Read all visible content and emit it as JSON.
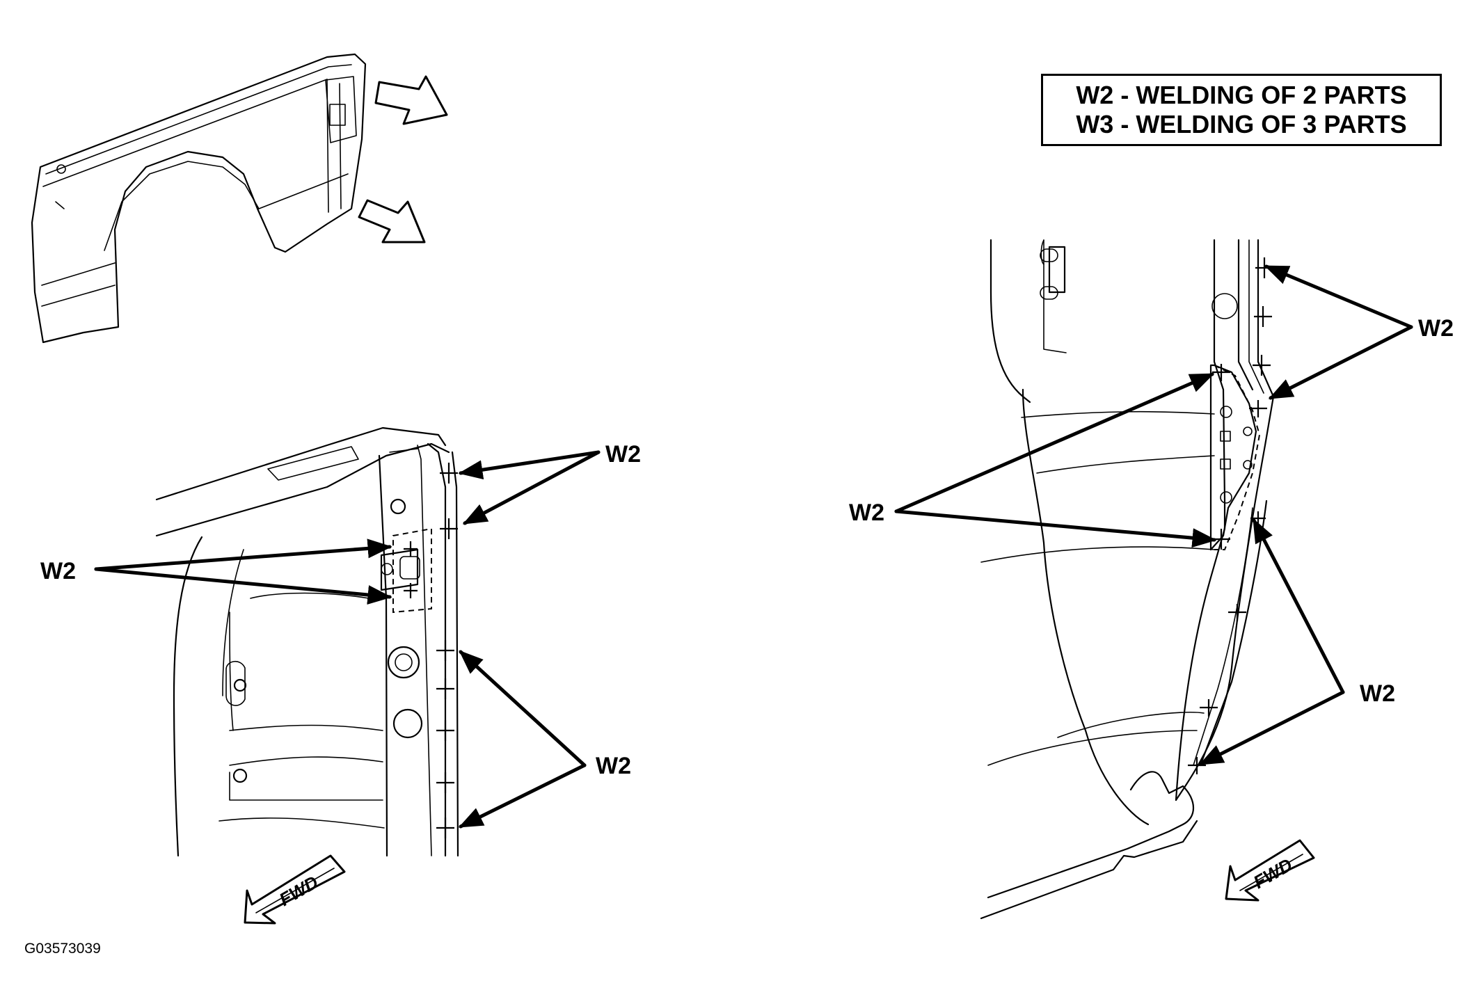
{
  "legend": {
    "line1": "W2 - WELDING OF 2 PARTS",
    "line2": "W3 - WELDING OF 3 PARTS"
  },
  "callouts": {
    "left_top": "W2",
    "left_middle": "W2",
    "left_bottom": "W2",
    "right_top": "W2",
    "right_middle": "W2",
    "right_bottom": "W2"
  },
  "direction": {
    "left": "FWD",
    "right": "FWD"
  },
  "figure_id": "G03573039"
}
